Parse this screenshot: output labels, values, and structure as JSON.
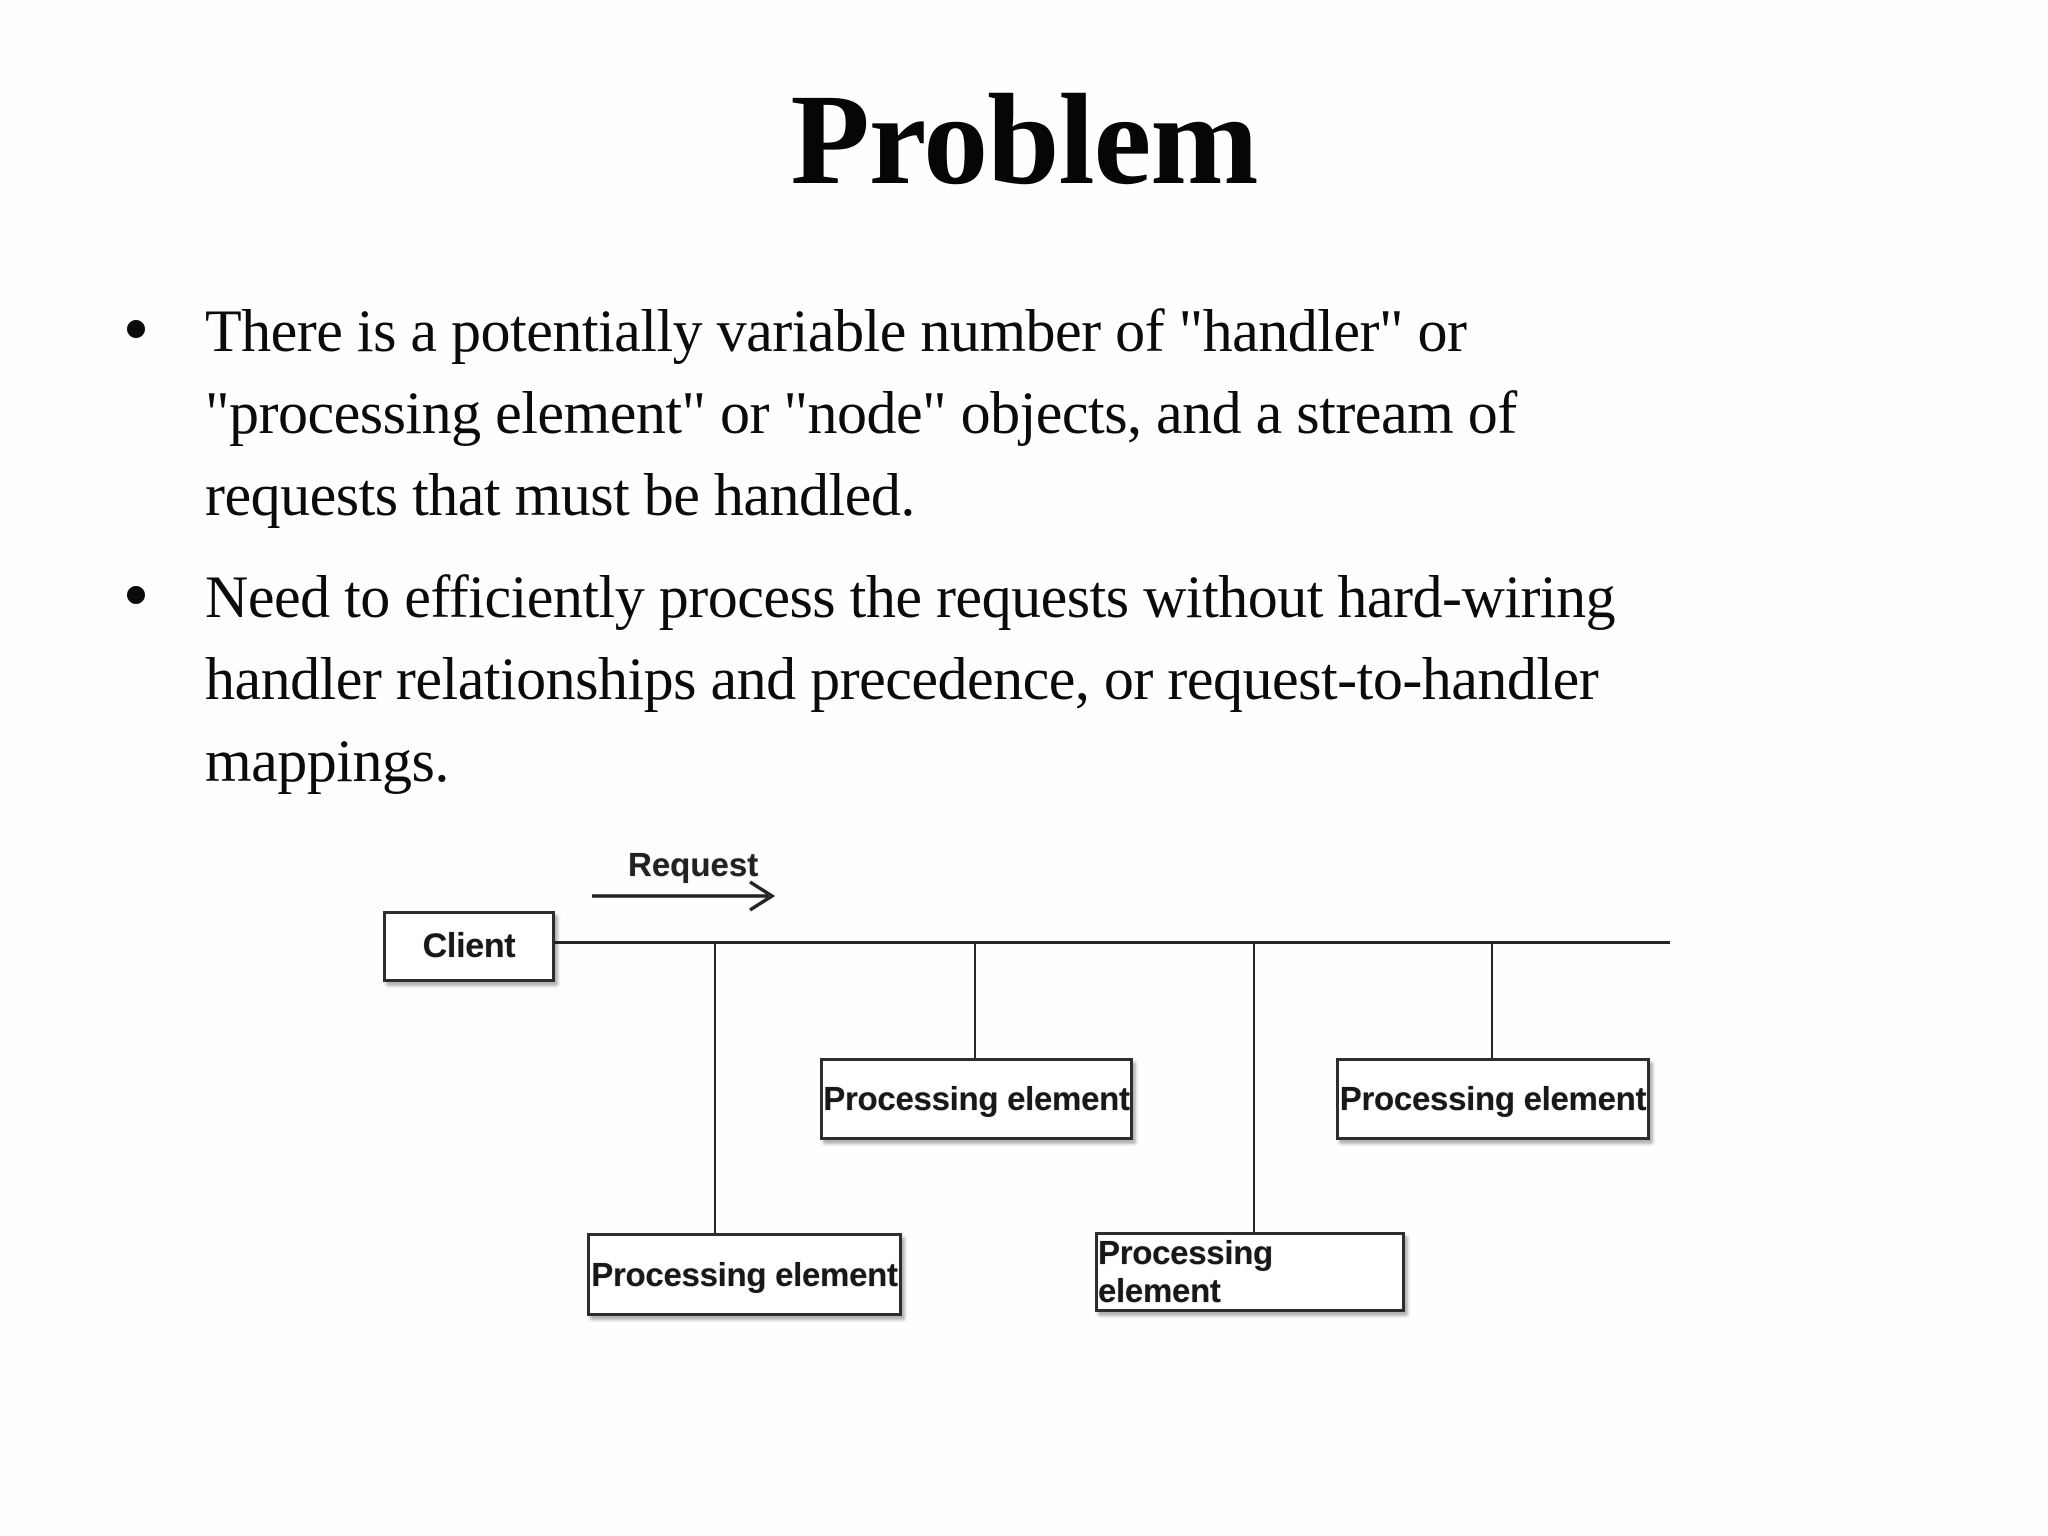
{
  "slide": {
    "title": "Problem",
    "bullets": [
      {
        "lines": [
          "There is a potentially variable number of \"handler\" or",
          "\"processing element\" or \"node\" objects, and a stream of",
          "requests that must be handled."
        ]
      },
      {
        "lines": [
          "Need to efficiently process the requests without hard-wiring",
          "handler relationships and precedence, or request-to-handler",
          "mappings."
        ]
      }
    ]
  },
  "diagram": {
    "request_label": "Request",
    "client_label": "Client",
    "processing_labels": [
      "Processing element",
      "Processing element",
      "Processing element",
      "Processing element"
    ],
    "colors": {
      "background": "#fefefe",
      "text": "#0a0a0a",
      "line": "#262626",
      "box_border": "#2d2d2d",
      "box_background": "#ffffff"
    }
  }
}
